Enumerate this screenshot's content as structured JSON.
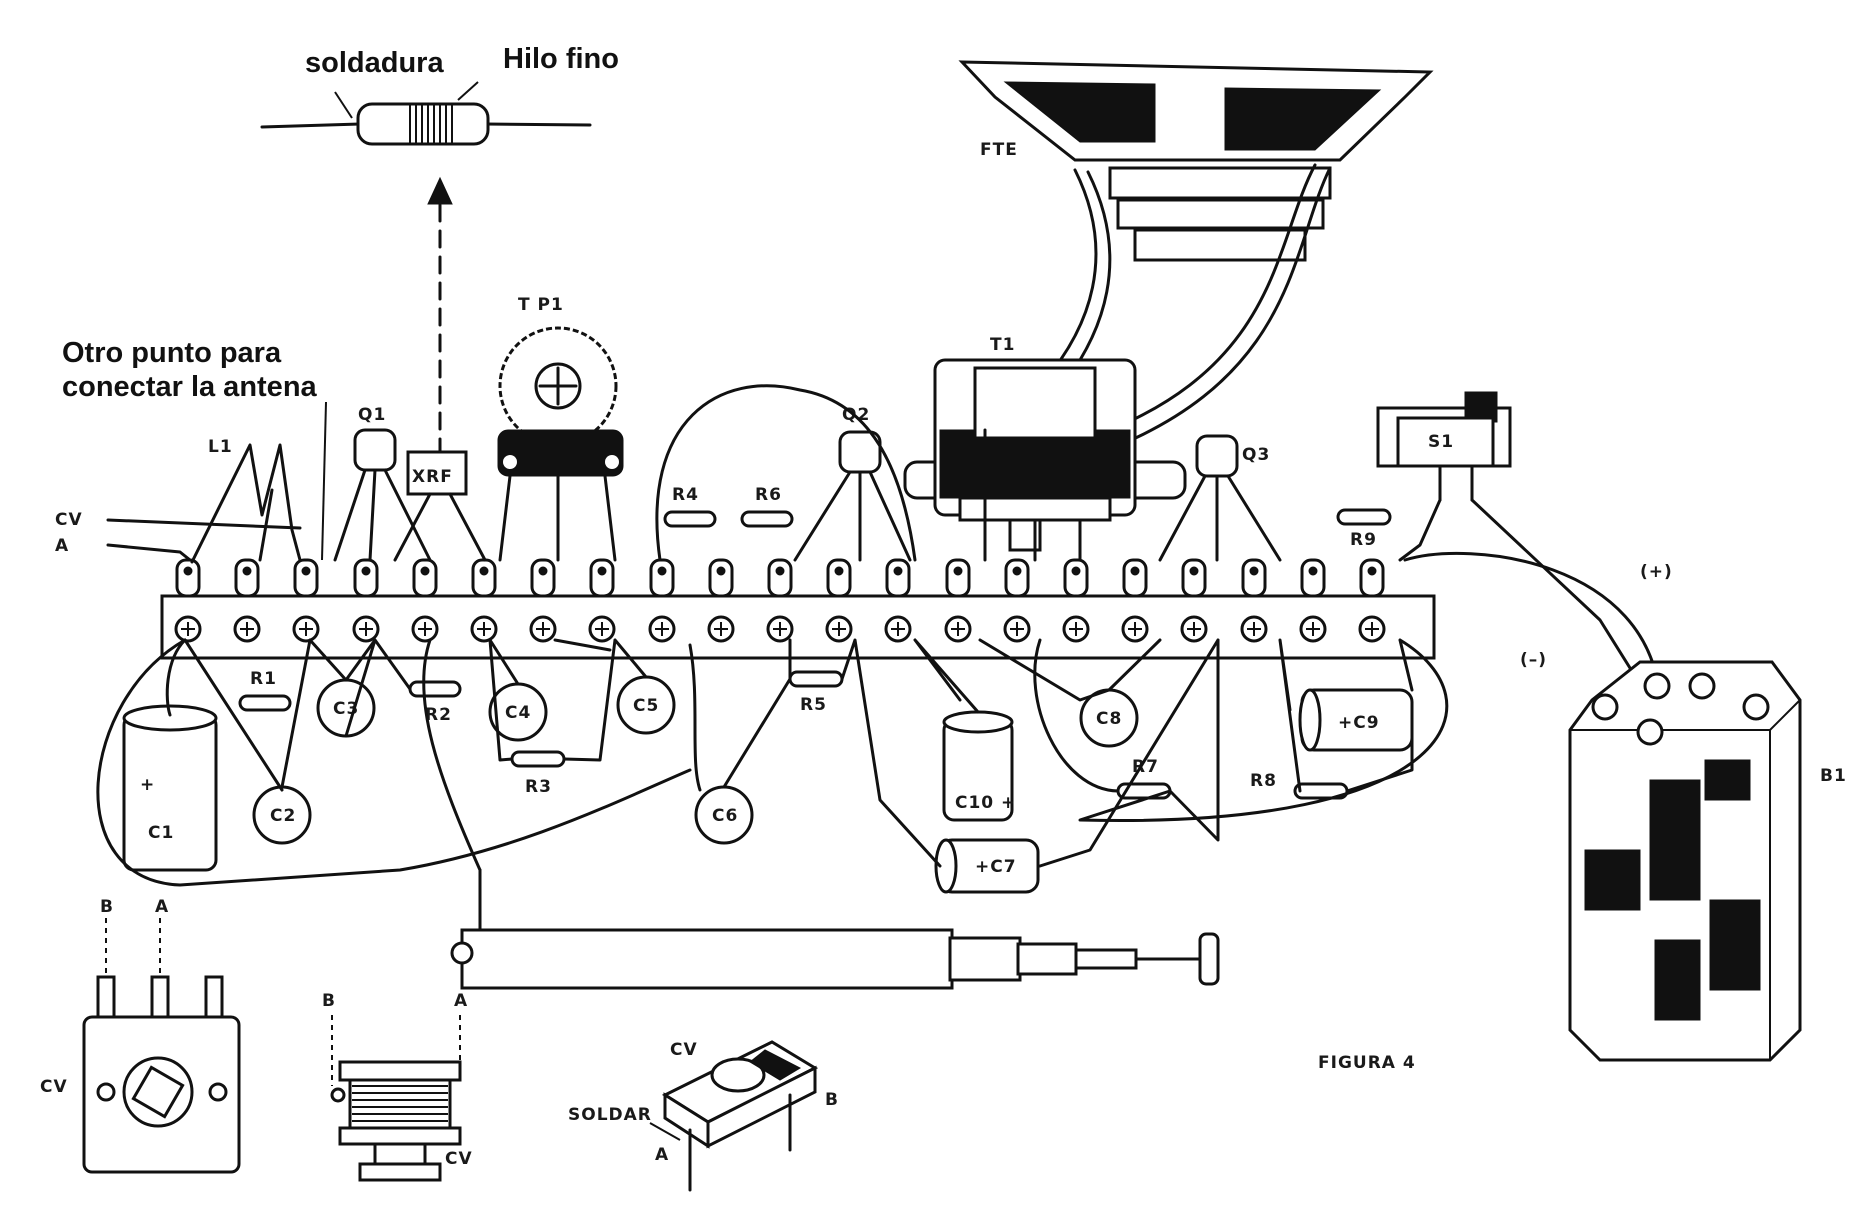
{
  "annotations": {
    "solder": "soldadura",
    "fine_wire": "Hilo fino",
    "antenna_point_line1": "Otro punto para",
    "antenna_point_line2": "conectar la antena"
  },
  "labels": {
    "speaker": "FTE",
    "trimmer": "T P1",
    "transformer": "T1",
    "switch": "S1",
    "battery": "B1",
    "coil": "L1",
    "choke": "XRF",
    "q1": "Q1",
    "q2": "Q2",
    "q3": "Q3",
    "r1": "R1",
    "r2": "R2",
    "r3": "R3",
    "r4": "R4",
    "r5": "R5",
    "r6": "R6",
    "r7": "R7",
    "r8": "R8",
    "r9": "R9",
    "c1": "C1",
    "c2": "C2",
    "c3": "C3",
    "c4": "C4",
    "c5": "C5",
    "c6": "C6",
    "c7": "+C7",
    "c8": "C8",
    "c9": "+C9",
    "c10": "C10 +",
    "cv_wire": "CV",
    "a_wire": "A",
    "plus": "(+)",
    "minus": "(–)",
    "c1_plus": "+",
    "cv1": "CV",
    "cv1_b": "B",
    "cv1_a": "A",
    "cv2": "CV",
    "cv2_b": "B",
    "cv2_a": "A",
    "cv3": "CV",
    "cv3_b": "B",
    "cv3_a": "A",
    "solder_pin": "SOLDAR",
    "figure": "FIGURA  4"
  }
}
